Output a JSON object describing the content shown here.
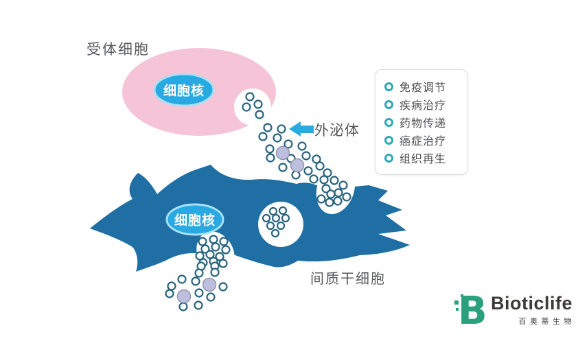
{
  "labels": {
    "receptor_cell": "受体细胞",
    "receptor_nucleus": "细胞核",
    "msc_nucleus": "细胞核",
    "exosome": "外泌体",
    "msc": "间质干细胞"
  },
  "applications": {
    "items": [
      {
        "label": "免疫调节"
      },
      {
        "label": "疾病治疗"
      },
      {
        "label": "药物传递"
      },
      {
        "label": "癌症治疗"
      },
      {
        "label": "组织再生"
      }
    ]
  },
  "logo": {
    "mark": "B",
    "name": "Bioticlife",
    "subtitle": "百奥蒂生物"
  },
  "icons": {
    "bullet": "circle-ring",
    "arrow": "arrow-left"
  },
  "colors": {
    "pink_cell": "#f5c5d7",
    "nucleus_fill": "#29a9e1",
    "nucleus_ring": "#a8e0f7",
    "msc_blue": "#1f6fa4",
    "exosome_ring": "#27637d",
    "vesicle_fill": "#bdbfdf",
    "vesicle_stroke": "#9094ab",
    "arrow_blue": "#29abe2",
    "bullet_teal": "#2aa9b3",
    "panel_border": "#d8dbde",
    "label_gray": "#58595b",
    "list_text": "#4c4d4f",
    "logo_green": "#2aa07b",
    "logo_dark": "#3e3a39"
  }
}
